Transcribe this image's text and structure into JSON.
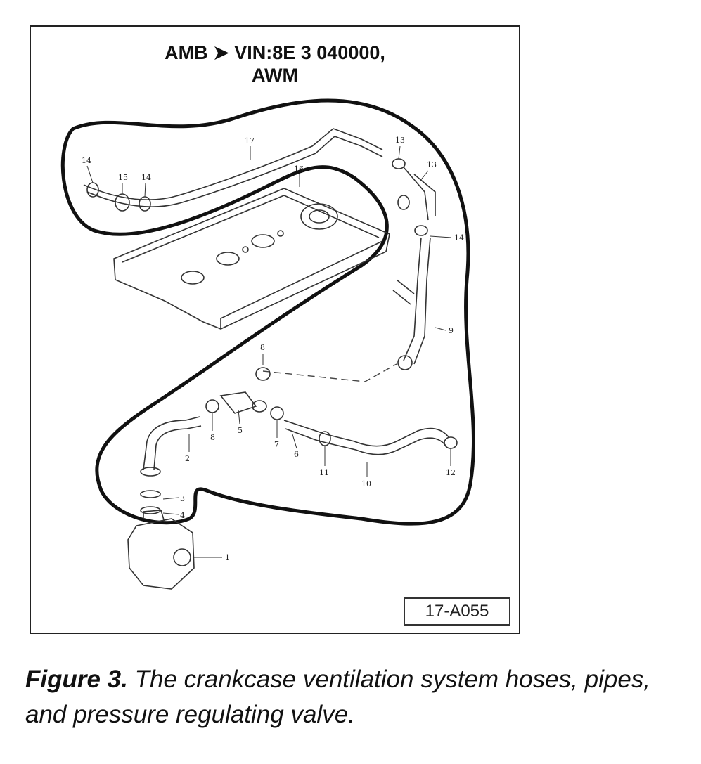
{
  "figure": {
    "heading_line1": "AMB ➤ VIN:8E 3 040000,",
    "heading_line2": "AWM",
    "reference_code": "17-A055",
    "part_labels": [
      "1",
      "2",
      "3",
      "4",
      "5",
      "6",
      "7",
      "8",
      "8",
      "9",
      "10",
      "11",
      "12",
      "13",
      "13",
      "14",
      "14",
      "14",
      "15",
      "16",
      "17"
    ]
  },
  "caption": {
    "label": "Figure 3.",
    "text": " The crankcase ventilation system hoses, pipes, and pressure regulating valve."
  }
}
